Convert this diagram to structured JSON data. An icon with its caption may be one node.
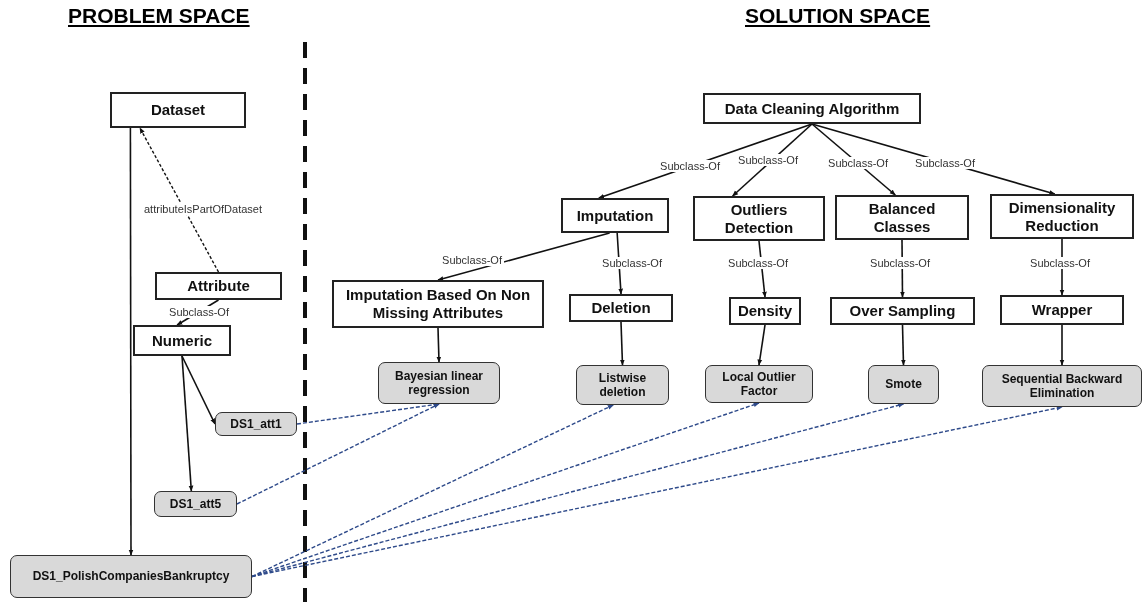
{
  "diagram": {
    "nodes": [
      {
        "text": [
          "Dataset"
        ]
      },
      {
        "text": [
          "Attribute"
        ]
      },
      {
        "text": [
          "Numeric"
        ]
      },
      {
        "text": [
          "DS1_att1"
        ]
      },
      {
        "text": [
          "DS1_att5"
        ]
      },
      {
        "text": [
          "DS1_PolishCompaniesBankruptcy"
        ]
      },
      {
        "text": [
          "Data Cleaning Algorithm"
        ]
      },
      {
        "text": [
          "Imputation"
        ]
      },
      {
        "text": [
          "Outliers Detection"
        ]
      },
      {
        "text": [
          "Balanced Classes"
        ]
      },
      {
        "text": [
          "Dimensionality Reduction"
        ]
      },
      {
        "text": [
          "Imputation Based On Non Missing Attributes"
        ]
      },
      {
        "text": [
          "Deletion"
        ]
      },
      {
        "text": [
          "Density"
        ]
      },
      {
        "text": [
          "Over Sampling"
        ]
      },
      {
        "text": [
          "Wrapper"
        ]
      },
      {
        "text": [
          "Bayesian linear regression"
        ]
      },
      {
        "text": [
          "Listwise deletion"
        ]
      },
      {
        "text": [
          "Local Outlier Factor"
        ]
      },
      {
        "text": [
          "Smote"
        ]
      },
      {
        "text": [
          "Sequential Backward Elimination"
        ]
      }
    ],
    "edges": [
      {
        "from": 0,
        "to": 5,
        "arrow": "to"
      },
      {
        "from": 1,
        "to": 0,
        "arrow": "to",
        "label": "attributeIsPartOfDataset",
        "style": "dashed"
      },
      {
        "from": 1,
        "to": 2,
        "arrow": "to",
        "label": "Subclass-Of"
      },
      {
        "from": 2,
        "to": 3,
        "arrow": "to"
      },
      {
        "from": 2,
        "to": 4,
        "arrow": "to"
      },
      {
        "from": 6,
        "to": 7,
        "arrow": "to",
        "label": "Subclass-Of"
      },
      {
        "from": 6,
        "to": 8,
        "arrow": "to",
        "label": "Subclass-Of"
      },
      {
        "from": 6,
        "to": 9,
        "arrow": "to",
        "label": "Subclass-Of"
      },
      {
        "from": 6,
        "to": 10,
        "arrow": "to",
        "label": "Subclass-Of"
      },
      {
        "from": 7,
        "to": 11,
        "arrow": "to",
        "label": "Subclass-Of"
      },
      {
        "from": 7,
        "to": 12,
        "arrow": "to",
        "label": "Subclass-Of"
      },
      {
        "from": 8,
        "to": 13,
        "arrow": "to",
        "label": "Subclass-Of"
      },
      {
        "from": 9,
        "to": 14,
        "arrow": "to",
        "label": "Subclass-Of"
      },
      {
        "from": 10,
        "to": 15,
        "arrow": "to",
        "label": "Subclass-Of"
      },
      {
        "from": 11,
        "to": 16,
        "arrow": "to"
      },
      {
        "from": 12,
        "to": 17,
        "arrow": "to"
      },
      {
        "from": 13,
        "to": 18,
        "arrow": "to"
      },
      {
        "from": 14,
        "to": 19,
        "arrow": "to"
      },
      {
        "from": 15,
        "to": 20,
        "arrow": "to"
      },
      {
        "from": 3,
        "to": 16,
        "arrow": "to",
        "style": "dashed",
        "color": "#2e4a8a"
      },
      {
        "from": 4,
        "to": 16,
        "arrow": "to",
        "style": "dashed",
        "color": "#2e4a8a"
      },
      {
        "from": 5,
        "to": 17,
        "arrow": "to",
        "style": "dashed",
        "color": "#2e4a8a"
      },
      {
        "from": 5,
        "to": 18,
        "arrow": "to",
        "style": "dashed",
        "color": "#2e4a8a"
      },
      {
        "from": 5,
        "to": 19,
        "arrow": "to",
        "style": "dashed",
        "color": "#2e4a8a"
      },
      {
        "from": 5,
        "to": 20,
        "arrow": "to",
        "style": "dashed",
        "color": "#2e4a8a"
      }
    ],
    "labels": [
      "PROBLEM SPACE",
      "SOLUTION SPACE"
    ]
  }
}
